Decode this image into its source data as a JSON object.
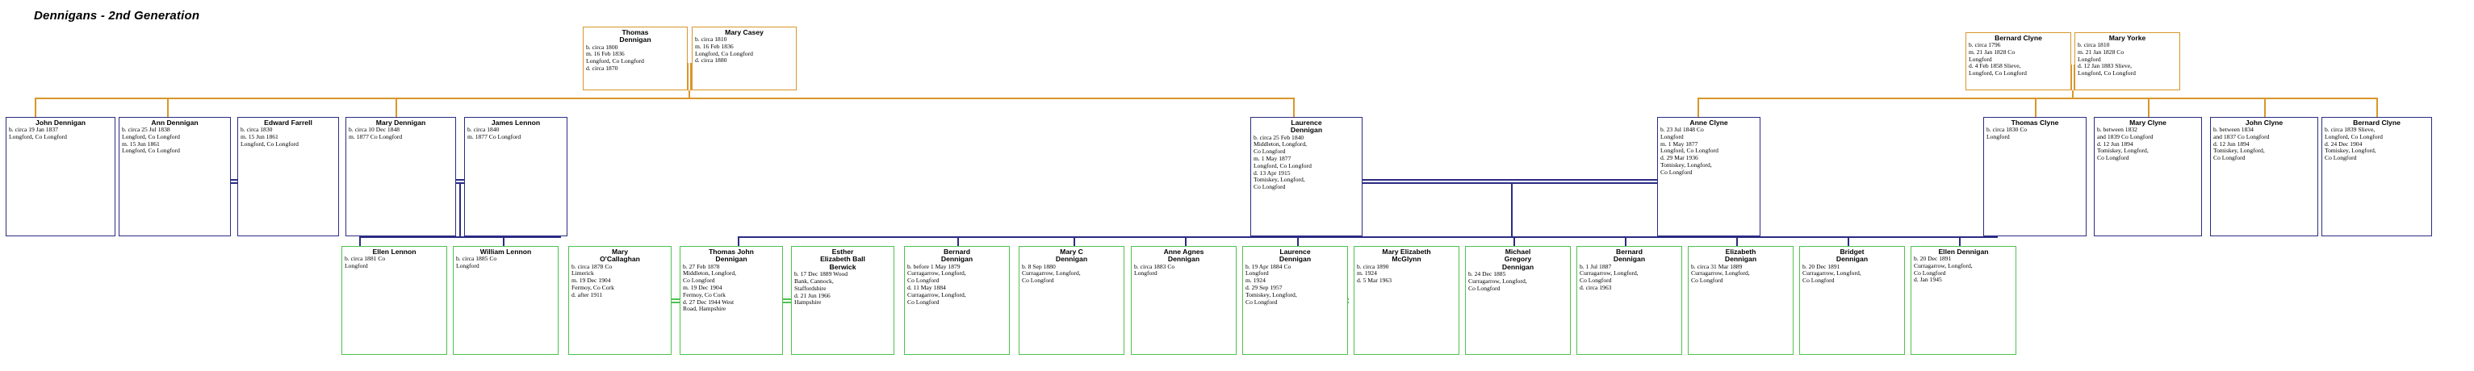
{
  "title": "Dennigans - 2nd Generation",
  "colors": {
    "grandparent_border": "#d9962a",
    "generation_border": "#2b2b84",
    "children_border": "#4ec24e",
    "background": "#ffffff",
    "text": "#000000"
  },
  "grandparents": [
    {
      "name": "Thomas\nDennigan",
      "details": "b. circa 1800\nm. 16 Feb 1836\nLongford, Co Longford\nd. circa 1870"
    },
    {
      "name": "Mary Casey",
      "details": "b. circa 1810\nm. 16 Feb 1836\nLongford, Co Longford\nd. circa 1880"
    },
    {
      "name": "Bernard Clyne",
      "details": "b. circa 1796\nm. 21 Jan 1828 Co\nLongford\nd. 4 Feb 1858 Slieve,\nLongford, Co Longford"
    },
    {
      "name": "Mary Yorke",
      "details": "b. circa 1810\nm. 21 Jan 1828 Co\nLongford\nd. 12 Jan 1883 Slieve,\nLongford, Co Longford"
    }
  ],
  "generation": [
    {
      "name": "John Dennigan",
      "details": "b. circa 19 Jan 1837\nLongford, Co Longford"
    },
    {
      "name": "Ann Dennigan",
      "details": "b. circa 25 Jul 1838\nLongford, Co Longford\nm. 15 Jun 1861\nLongford, Co Longford"
    },
    {
      "name": "Edward Farrell",
      "details": "b. circa 1830\nm. 15 Jun 1861\nLongford, Co Longford"
    },
    {
      "name": "Mary Dennigan",
      "details": "b. circa 10 Dec 1848\nm. 1877 Co Longford"
    },
    {
      "name": "James Lennon",
      "details": "b. circa 1840\nm. 1877 Co Longford"
    },
    {
      "name": "Laurence\nDennigan",
      "details": "b. circa 25 Feb 1840\nMiddleton, Longford,\nCo Longford\nm. 1 May 1877\nLongford, Co Longford\nd. 13 Apr 1915\nTomiskey, Longford,\nCo Longford"
    },
    {
      "name": "Anne Clyne",
      "details": "b. 23 Jul 1848 Co\nLongford\nm. 1 May 1877\nLongford, Co Longford\nd. 29 Mar 1936\nTomiskey, Longford,\nCo Longford"
    },
    {
      "name": "Thomas Clyne",
      "details": "b. circa 1830 Co\nLongford"
    },
    {
      "name": "Mary Clyne",
      "details": "b. between 1832\nand 1839 Co Longford\nd. 12 Jun 1894\nTomiskey, Longford,\nCo Longford"
    },
    {
      "name": "John Clyne",
      "details": "b. between 1834\nand 1837 Co Longford\nd. 12 Jun 1894\nTomiskey, Longford,\nCo Longford"
    },
    {
      "name": "Bernard Clyne",
      "details": "b. circa 1839 Slieve,\nLongford, Co Longford\nd. 24 Dec 1904\nTomiskey, Longford,\nCo Longford"
    }
  ],
  "children": [
    {
      "name": "Ellen Lennon",
      "details": "b. circa 1881 Co\nLongford"
    },
    {
      "name": "William Lennon",
      "details": "b. circa 1885 Co\nLongford"
    },
    {
      "name": "Mary\nO'Callaghan",
      "details": "b. circa 1878 Co\nLimerick\nm. 19 Dec 1904\nFermoy, Co Cork\nd. after 1911"
    },
    {
      "name": "Thomas John\nDennigan",
      "details": "b. 27 Feb 1878\nMiddleton, Longford,\nCo Longford\nm. 19 Dec 1904\nFermoy, Co Cork\nd. 27 Dec 1944 West\nRoad, Hampshire"
    },
    {
      "name": "Esther\nElizabeth Ball\nBerwick",
      "details": "b. 17 Dec 1889 Wood\nBank, Cannock,\nStaffordshire\nd. 21 Jun 1966\nHampshire"
    },
    {
      "name": "Bernard\nDennigan",
      "details": "b. before 1 May 1879\nCurragarrow, Longford,\nCo Longford\nd. 11 May 1884\nCurragarrow, Longford,\nCo Longford"
    },
    {
      "name": "Mary C\nDennigan",
      "details": "b. 8 Sep 1880\nCurragarrow, Longford,\nCo Longford"
    },
    {
      "name": "Anne Agnes\nDennigan",
      "details": "b. circa 1883 Co\nLongford"
    },
    {
      "name": "Laurence\nDennigan",
      "details": "b. 19 Apr 1884 Co\nLongford\nm. 1924\nd. 29 Sep 1957\nTomiskey, Longford,\nCo Longford"
    },
    {
      "name": "Mary Elizabeth\nMcGlynn",
      "details": "b. circa 1890\nm. 1924\nd. 5 Mar 1963"
    },
    {
      "name": "Michael\nGregory\nDennigan",
      "details": "b. 24 Dec 1885\nCurragarrow, Longford,\nCo Longford"
    },
    {
      "name": "Bernard\nDennigan",
      "details": "b. 1 Jul 1887\nCurragarrow, Longford,\nCo Longford\nd. circa 1963"
    },
    {
      "name": "Elizabeth\nDennigan",
      "details": "b. circa 31 Mar 1889\nCurragarrow, Longford,\nCo Longford"
    },
    {
      "name": "Bridget\nDennigan",
      "details": "b. 20 Dec 1891\nCurragarrow, Longford,\nCo Longford"
    },
    {
      "name": "Ellen Dennigan",
      "details": "b. 20 Dec 1891\nCurragarrow, Longford,\nCo Longford\nd. Jan 1945"
    }
  ]
}
